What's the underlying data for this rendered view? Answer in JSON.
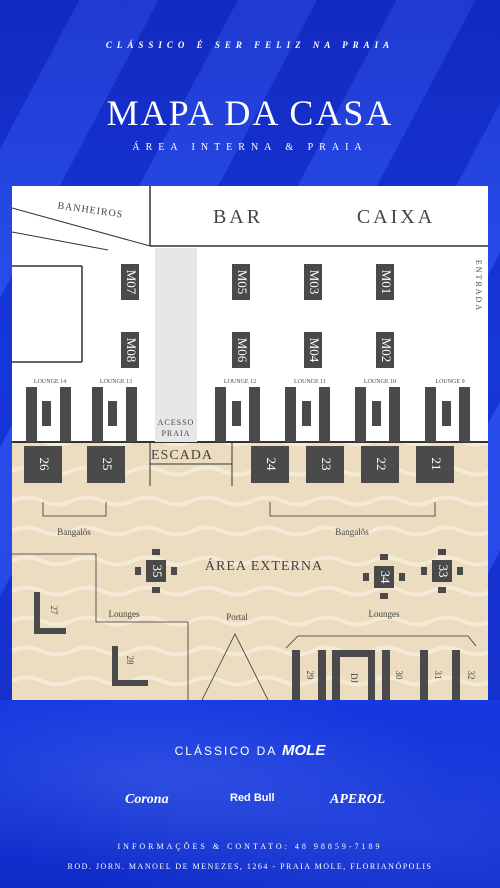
{
  "header": {
    "tagline": "CLÁSSICO É SER FELIZ NA PRAIA",
    "title": "MAPA DA CASA",
    "subtitle": "ÁREA INTERNA & PRAIA"
  },
  "map": {
    "labels": {
      "banheiros": "BANHEIROS",
      "bar": "BAR",
      "caixa": "CAIXA",
      "entrada": "ENTRADA",
      "acesso": "ACESSO",
      "praia": "PRAIA",
      "escada": "ESCADA",
      "bangalos_left": "Bangalôs",
      "bangalos_right": "Bangalôs",
      "area_externa": "ÁREA EXTERNA",
      "lounges_left": "Lounges",
      "lounges_right": "Lounges",
      "portal": "Portal",
      "dj": "DJ"
    },
    "mesas": [
      "M07",
      "M08",
      "M05",
      "M06",
      "M03",
      "M04",
      "M01",
      "M02"
    ],
    "lounges": [
      "LOUNGE 14",
      "LOUNGE 13",
      "LOUNGE 12",
      "LOUNGE 11",
      "LOUNGE 10",
      "LOUNGE 9"
    ],
    "bangalos": [
      "26",
      "25",
      "24",
      "23",
      "22",
      "21"
    ],
    "extras": [
      "35",
      "34",
      "33",
      "27",
      "28",
      "29",
      "30",
      "31",
      "32"
    ]
  },
  "footer": {
    "brand_prefix": "CLÁSSICO DA",
    "brand_name": "MOLE",
    "sponsors": [
      "Corona",
      "Red Bull",
      "APEROL"
    ],
    "info": "INFORMAÇÕES & CONTATO: 48 98859-7189",
    "address": "ROD. JORN. MANOEL DE MENEZES, 1264 - PRAIA MOLE, FLORIANÓPOLIS"
  },
  "colors": {
    "background_blue": "#1736d8",
    "table_gray": "#4a4a4a",
    "sand": "#ecdcc0"
  }
}
